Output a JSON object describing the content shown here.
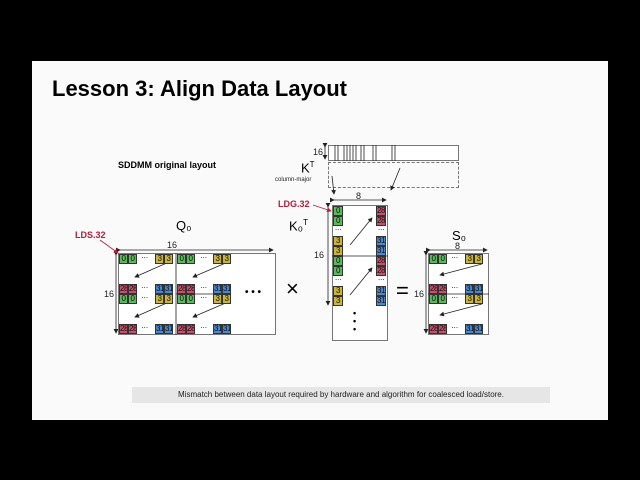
{
  "title": "Lesson 3: Align Data Layout",
  "subtitle": "SDDMM original layout",
  "kt": {
    "label": "K",
    "sup": "T",
    "note": "column-major",
    "height_label": "16"
  },
  "q0": {
    "label": "Q₀",
    "width_label": "16",
    "height_label": "16",
    "instr": "LDS.32",
    "ellipsis": "• • •"
  },
  "k0t": {
    "label": "K₀",
    "sup": "T",
    "width_label": "8",
    "height_label": "16",
    "instr": "LDG.32"
  },
  "s0": {
    "label": "S₀",
    "width_label": "8",
    "height_label": "16"
  },
  "ops": {
    "times": "×",
    "equals": "="
  },
  "cells": {
    "a": "0",
    "b": "3",
    "c": "28",
    "d": "31",
    "dots": "···"
  },
  "colors": {
    "green": "#5cb85c",
    "yellow": "#c9b43c",
    "red": "#c8506a",
    "blue": "#4a88d0"
  },
  "caption": "Mismatch between data layout required by hardware and algorithm for coalesced load/store."
}
